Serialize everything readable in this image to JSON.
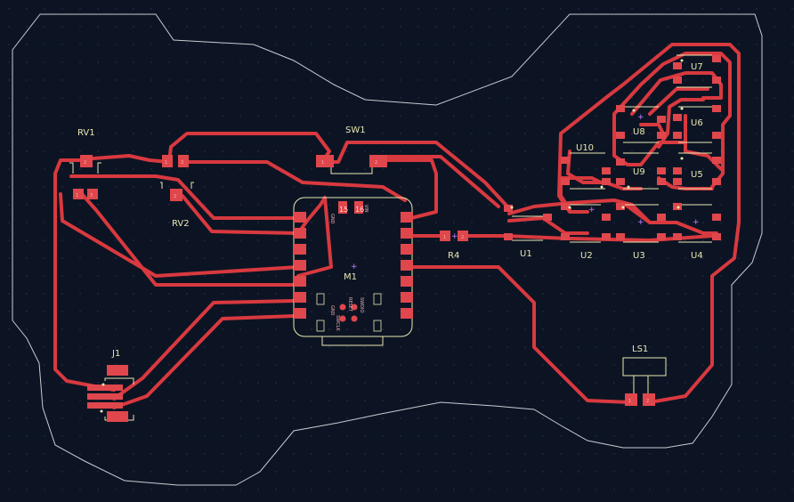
{
  "colors": {
    "background": "#0c1424",
    "grid_dot": "#2a3650",
    "board_outline": "#c8ccd0",
    "copper": "#d8393f",
    "pad": "#e0474c",
    "silkscreen": "#e8e8b0"
  },
  "components": {
    "rv1": "RV1",
    "rv2": "RV2",
    "sw1": "SW1",
    "m1": "M1",
    "r4": "R4",
    "j1": "J1",
    "ls1": "LS1",
    "u1": "U1",
    "u2": "U2",
    "u3": "U3",
    "u4": "U4",
    "u5": "U5",
    "u6": "U6",
    "u7": "U7",
    "u8": "U8",
    "u9": "U9",
    "u10": "U10"
  },
  "module_pins": {
    "p15": "15",
    "p16": "16",
    "gnd_label": "GND",
    "vin_label": "VIN",
    "reset_label": "RESET",
    "swdio_label": "SWDIO",
    "gnd2_label": "GND",
    "swclk_label": "SWCLK"
  }
}
